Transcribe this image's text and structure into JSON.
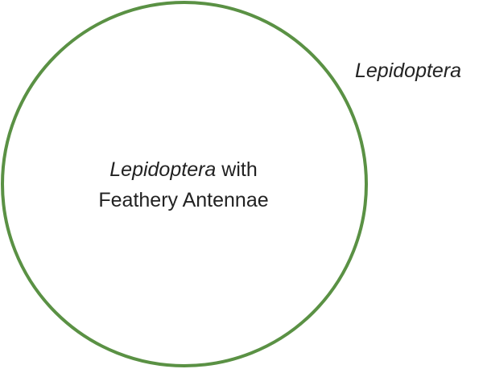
{
  "diagram": {
    "type": "euler-diagram",
    "universal_set_label": "Lepidoptera",
    "subset": {
      "label_italic": "Lepidoptera",
      "label_rest_line1": " with",
      "label_line2": "Feathery Antennae"
    },
    "colors": {
      "circle_stroke": "#5a9144",
      "text": "#222222",
      "background": "#ffffff"
    }
  }
}
